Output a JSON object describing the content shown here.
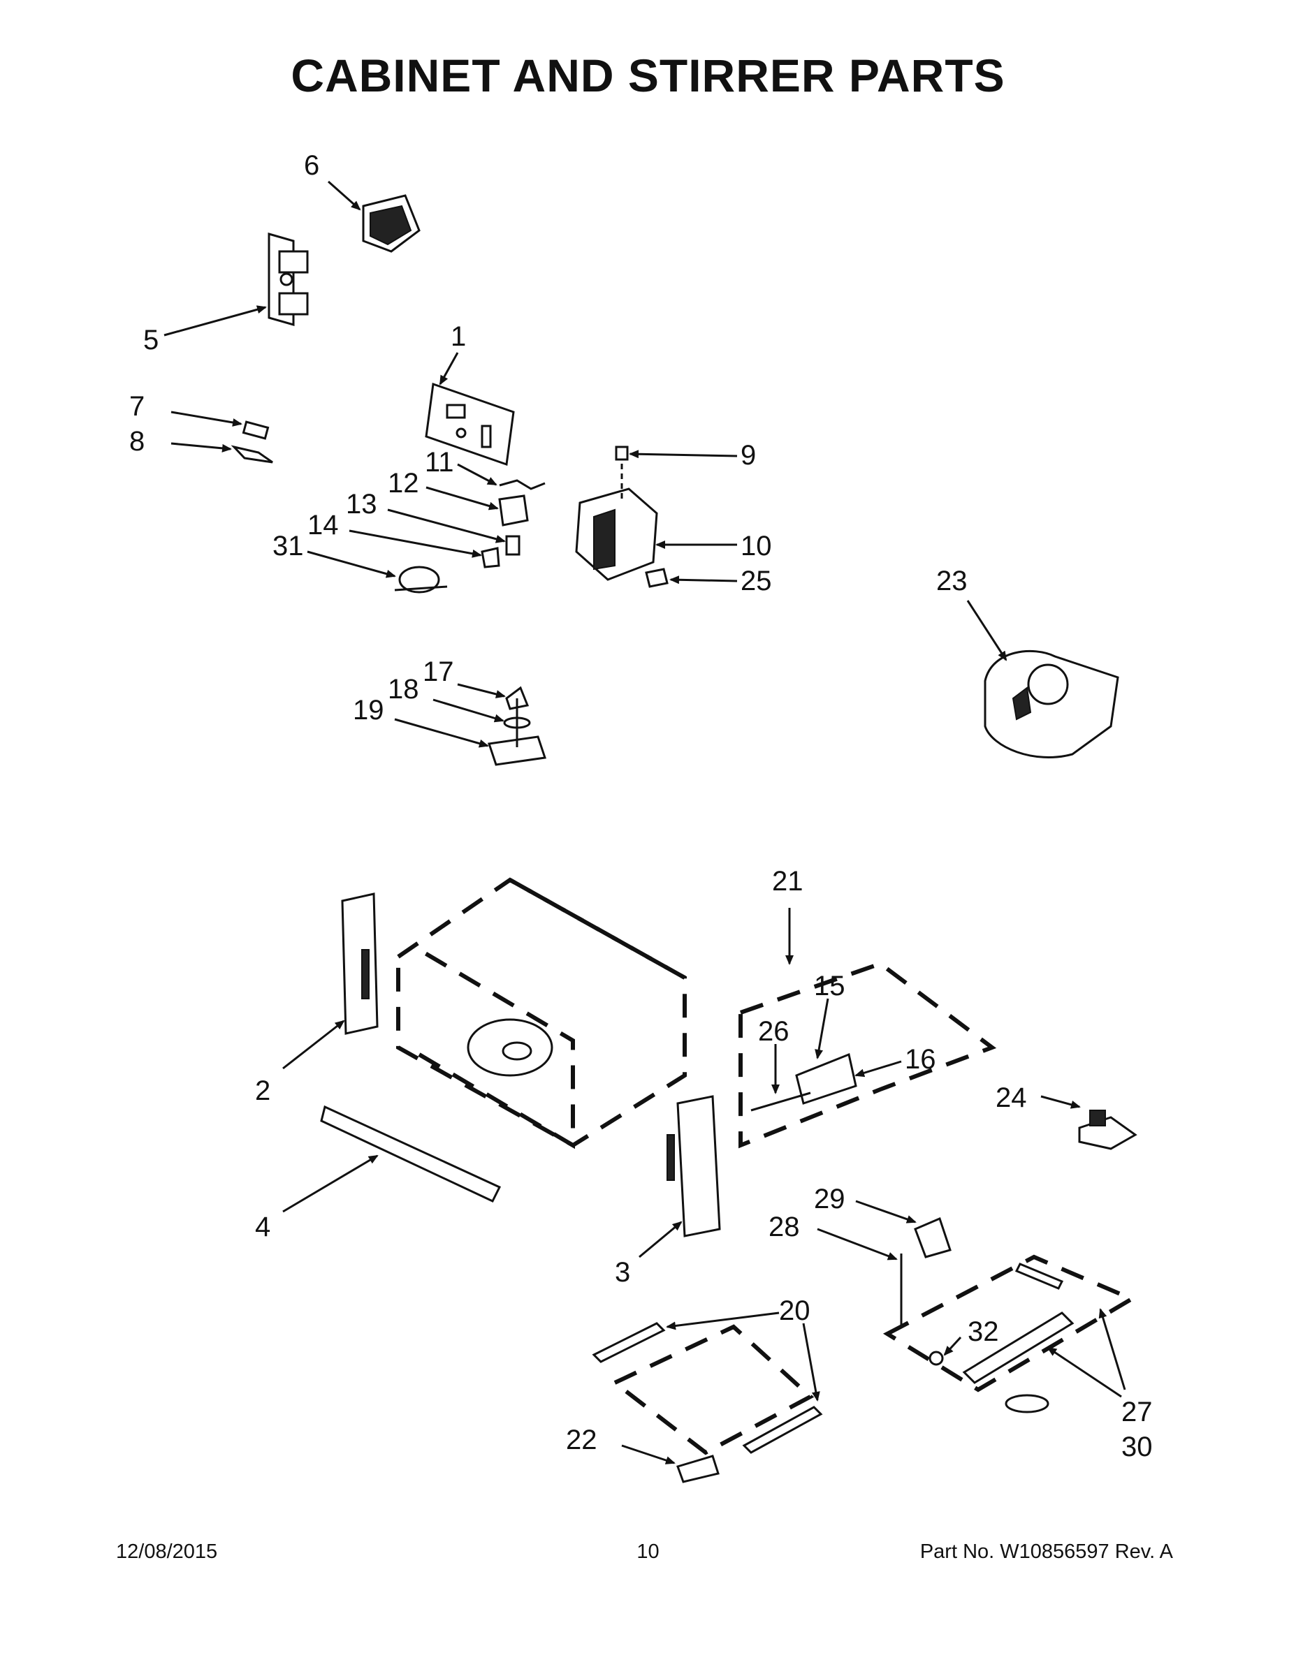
{
  "title": "CABINET AND STIRRER PARTS",
  "footer": {
    "date": "12/08/2015",
    "page": "10",
    "part_no": "Part No.  W10856597  Rev.  A"
  },
  "callouts": [
    "1",
    "2",
    "3",
    "4",
    "5",
    "6",
    "7",
    "8",
    "9",
    "10",
    "11",
    "12",
    "13",
    "14",
    "15",
    "16",
    "17",
    "18",
    "19",
    "20",
    "21",
    "22",
    "23",
    "24",
    "25",
    "26",
    "27",
    "28",
    "29",
    "30",
    "31",
    "32"
  ]
}
